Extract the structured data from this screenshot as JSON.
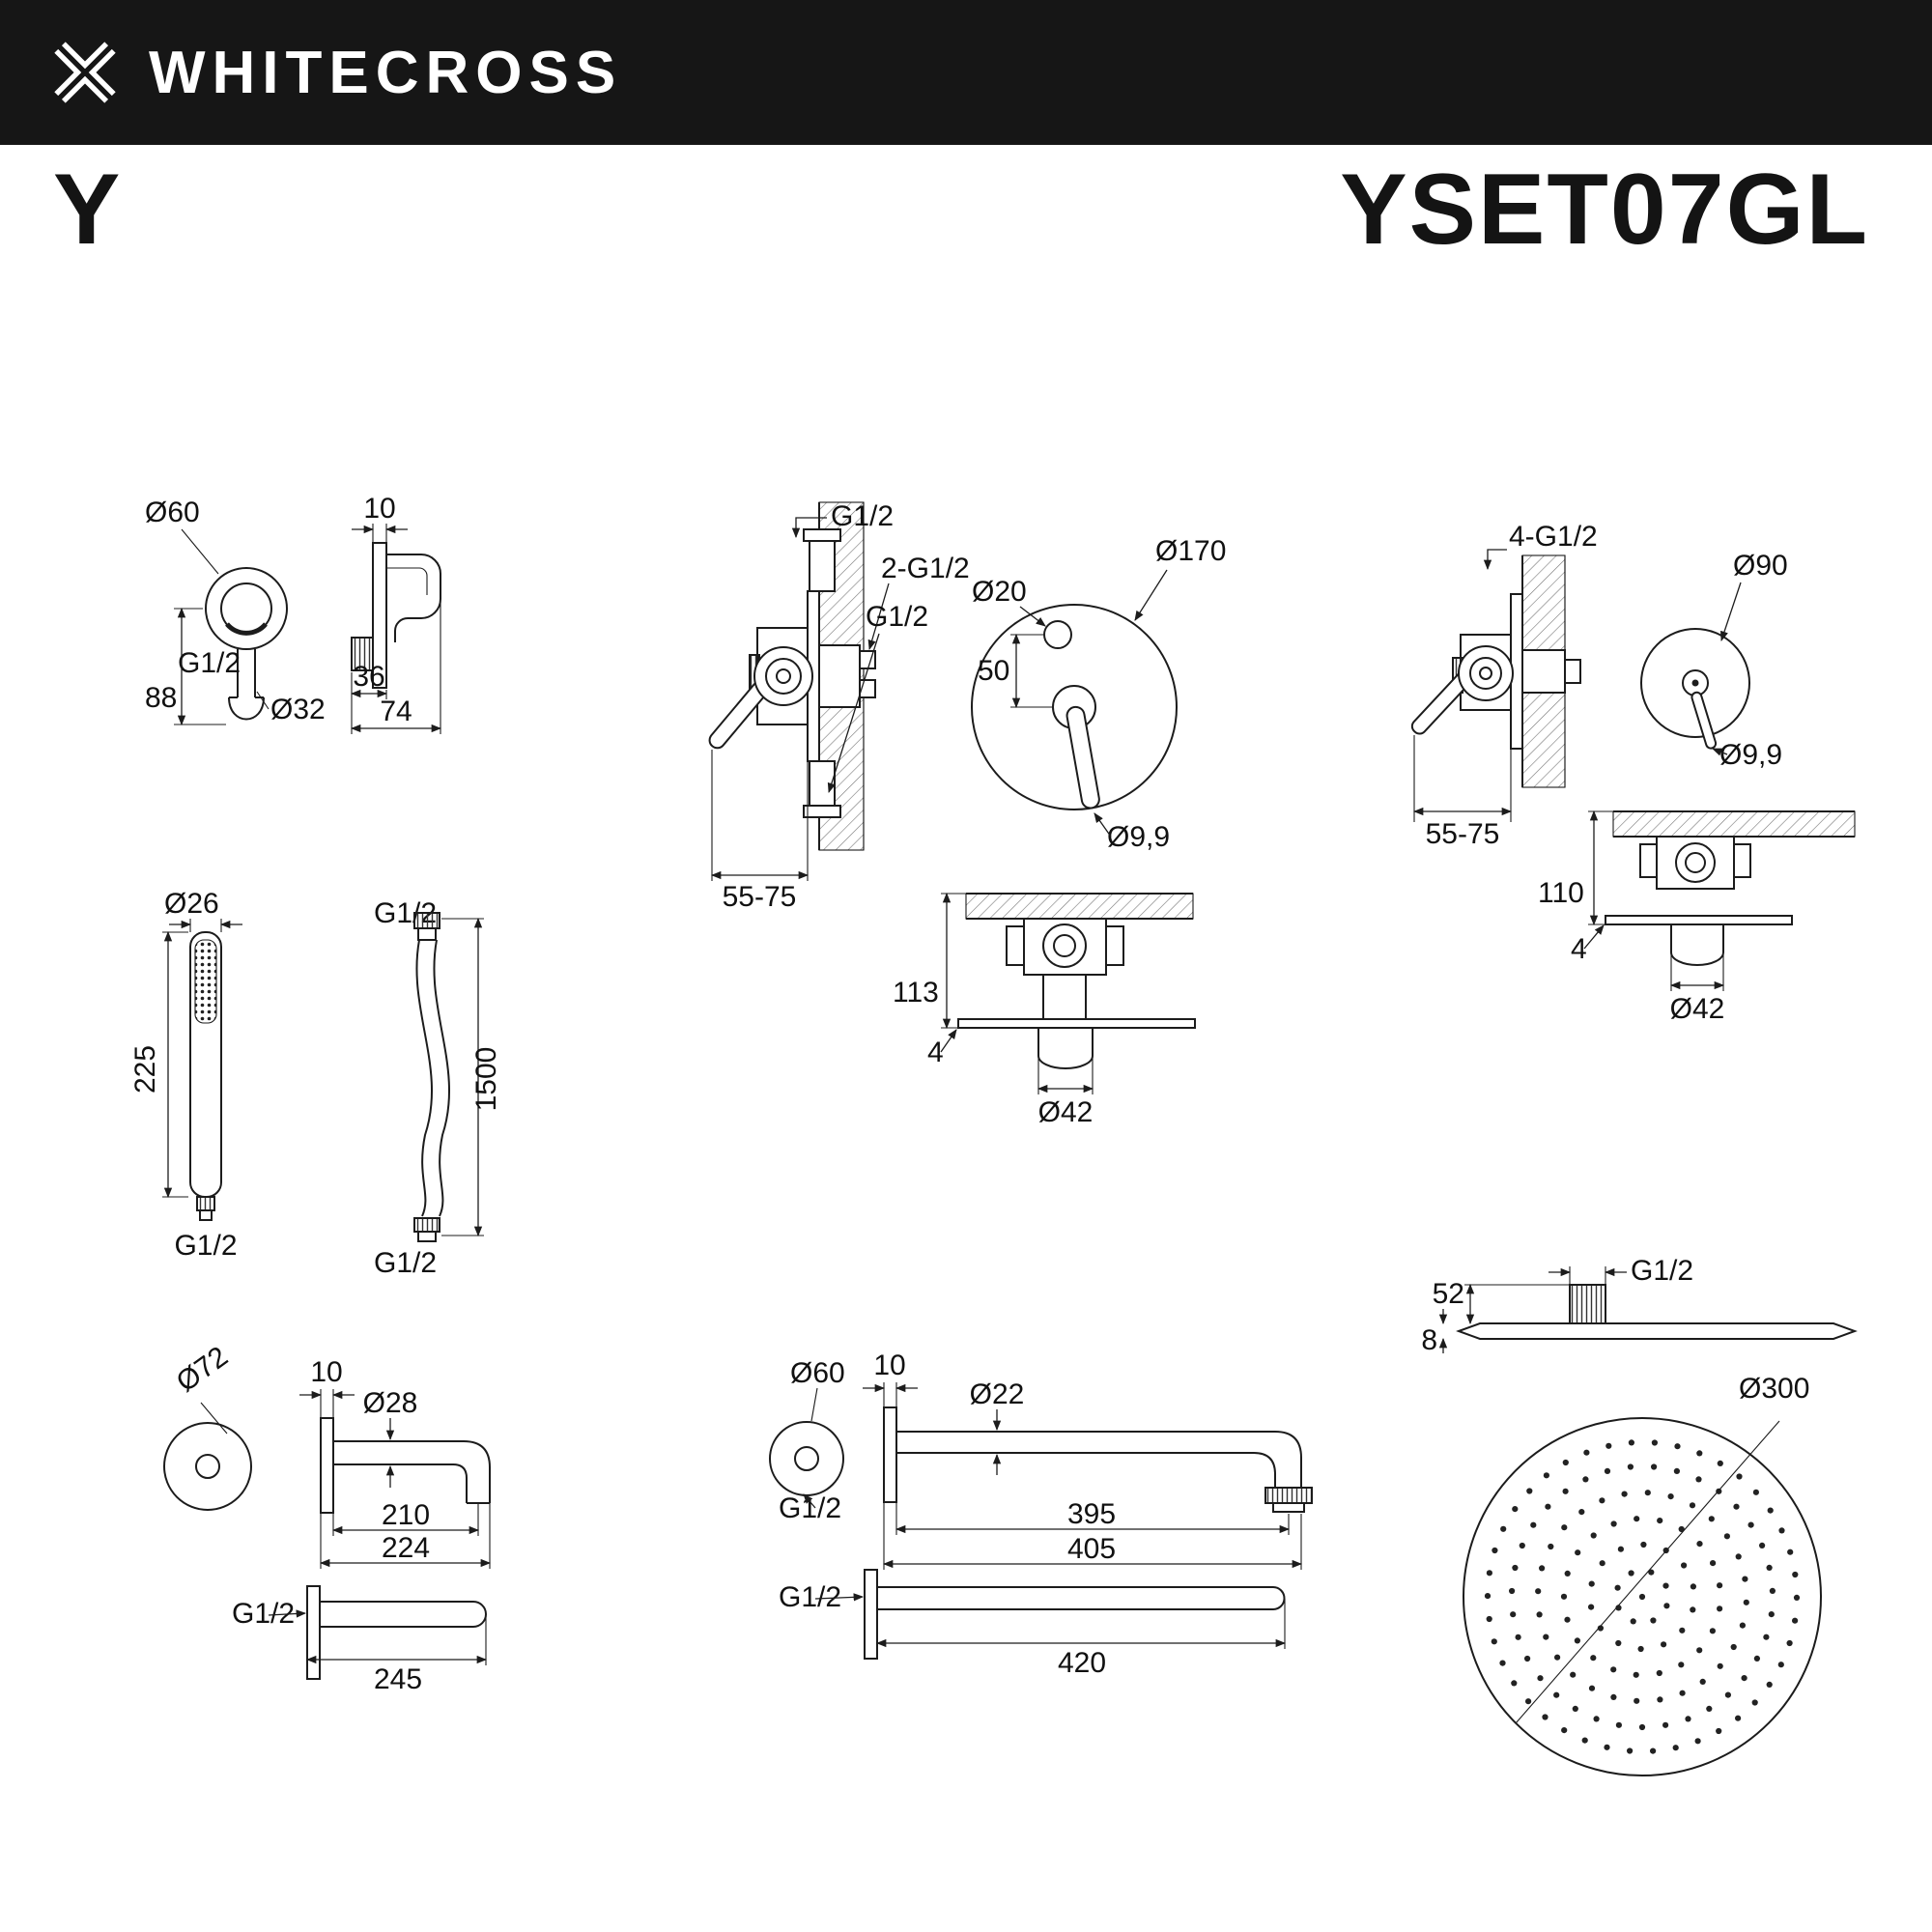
{
  "header": {
    "brand": "WHITECROSS"
  },
  "title": {
    "series": "Y",
    "model": "YSET07GL"
  },
  "colors": {
    "header_bg": "#161616",
    "line": "#1c1c1c",
    "background": "#ffffff"
  },
  "drawings": {
    "wall_bracket": {
      "dia_escutcheon": "Ø60",
      "plate_thickness": "10",
      "depth_a": "36",
      "depth_b": "74",
      "thread": "G1/2",
      "height": "88",
      "dia_hook": "Ø32"
    },
    "diverter_valve": {
      "side": {
        "thread_top": "G1/2",
        "threads_mid": "2-G1/2",
        "thread_bottom": "G1/2",
        "install_depth": "55-75"
      },
      "front": {
        "dia_plate": "Ø170",
        "dia_knob": "Ø20",
        "knob_offset": "50",
        "dia_lever": "Ø9,9"
      },
      "section": {
        "depth": "113",
        "plate_thickness": "4",
        "dia_spout": "Ø42"
      }
    },
    "mixer_valve": {
      "side": {
        "threads": "4-G1/2",
        "install_depth": "55-75"
      },
      "front": {
        "dia_plate": "Ø90",
        "dia_lever": "Ø9,9"
      },
      "section": {
        "depth": "110",
        "plate_thickness": "4",
        "dia_spout": "Ø42"
      }
    },
    "hand_shower": {
      "dia": "Ø26",
      "length": "225",
      "thread": "G1/2"
    },
    "hose": {
      "thread_top": "G1/2",
      "length": "1500",
      "thread_bottom": "G1/2"
    },
    "spout": {
      "dia_escutcheon": "Ø72",
      "plate_thickness": "10",
      "dia_tube": "Ø28",
      "reach_to_outlet": "210",
      "reach_total": "224",
      "thread": "G1/2",
      "reach_alt": "245"
    },
    "shower_arm": {
      "dia_escutcheon": "Ø60",
      "plate_thickness": "10",
      "dia_tube": "Ø22",
      "reach_to_drop": "395",
      "reach_total": "405",
      "thread": "G1/2",
      "thread_alt": "G1/2",
      "length_alt": "420"
    },
    "shower_head": {
      "thread": "G1/2",
      "connector_height": "52",
      "plate_thickness": "8",
      "dia": "Ø300"
    }
  }
}
